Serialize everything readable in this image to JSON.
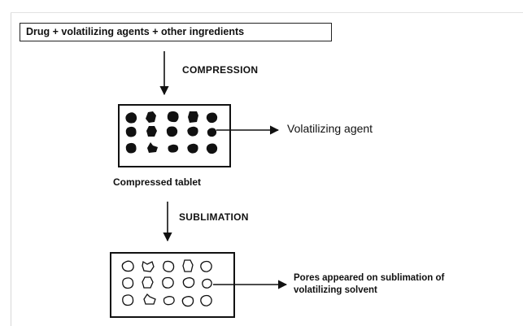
{
  "diagram": {
    "input_label": "Drug + volatilizing agents + other ingredients",
    "step1_label": "COMPRESSION",
    "step2_label": "SUBLIMATION",
    "tablet_caption": "Compressed tablet",
    "agent_callout": "Volatilizing agent",
    "pores_callout_line1": "Pores appeared on sublimation of",
    "pores_callout_line2": "volatilizing solvent"
  },
  "colors": {
    "ink": "#111111",
    "page_edge": "#d8d8d8"
  }
}
